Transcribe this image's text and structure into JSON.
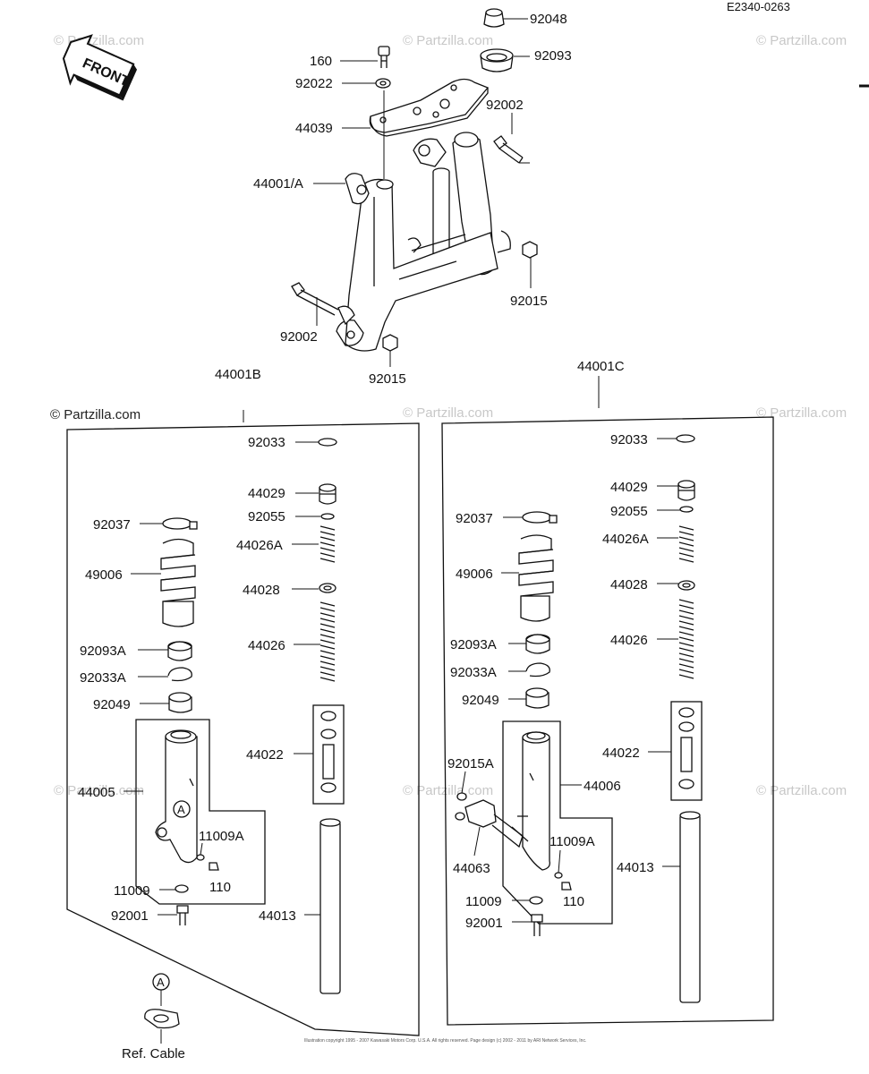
{
  "ref_code": "E2340-0263",
  "front_label": "FRONT",
  "watermark": "© Partzilla.com",
  "copyright_text": "Illustration copyright 1995 - 2007 Kawasaki Motors Corp. U.S.A. All rights reserved. Page design (c) 2002 - 2011 by ARI Network Services, Inc.",
  "ref_circle": "A",
  "ref_cable": "Ref. Cable",
  "assemblies": {
    "left": "44001B",
    "right": "44001C"
  },
  "top_parts": {
    "p92048": "92048",
    "p92093": "92093",
    "p160": "160",
    "p92022": "92022",
    "p92002a": "92002",
    "p44039": "44039",
    "p44001A": "44001/A",
    "p92015a": "92015",
    "p92002b": "92002",
    "p92015b": "92015"
  },
  "left_parts": {
    "p92033": "92033",
    "p44029": "44029",
    "p92055": "92055",
    "p44026A": "44026A",
    "p44028": "44028",
    "p44026": "44026",
    "p44022": "44022",
    "p44013": "44013",
    "p92037": "92037",
    "p49006": "49006",
    "p92093A": "92093A",
    "p92033A": "92033A",
    "p92049": "92049",
    "p44005": "44005",
    "p11009A": "11009A",
    "p110": "110",
    "p11009": "11009",
    "p92001": "92001"
  },
  "right_parts": {
    "p92033": "92033",
    "p44029": "44029",
    "p92055": "92055",
    "p44026A": "44026A",
    "p44028": "44028",
    "p44026": "44026",
    "p44022": "44022",
    "p44013": "44013",
    "p92037": "92037",
    "p49006": "49006",
    "p92093A": "92093A",
    "p92033A": "92033A",
    "p92049": "92049",
    "p92015A": "92015A",
    "p44006": "44006",
    "p11009A": "11009A",
    "p44063": "44063",
    "p11009": "11009",
    "p110": "110",
    "p92001": "92001"
  }
}
